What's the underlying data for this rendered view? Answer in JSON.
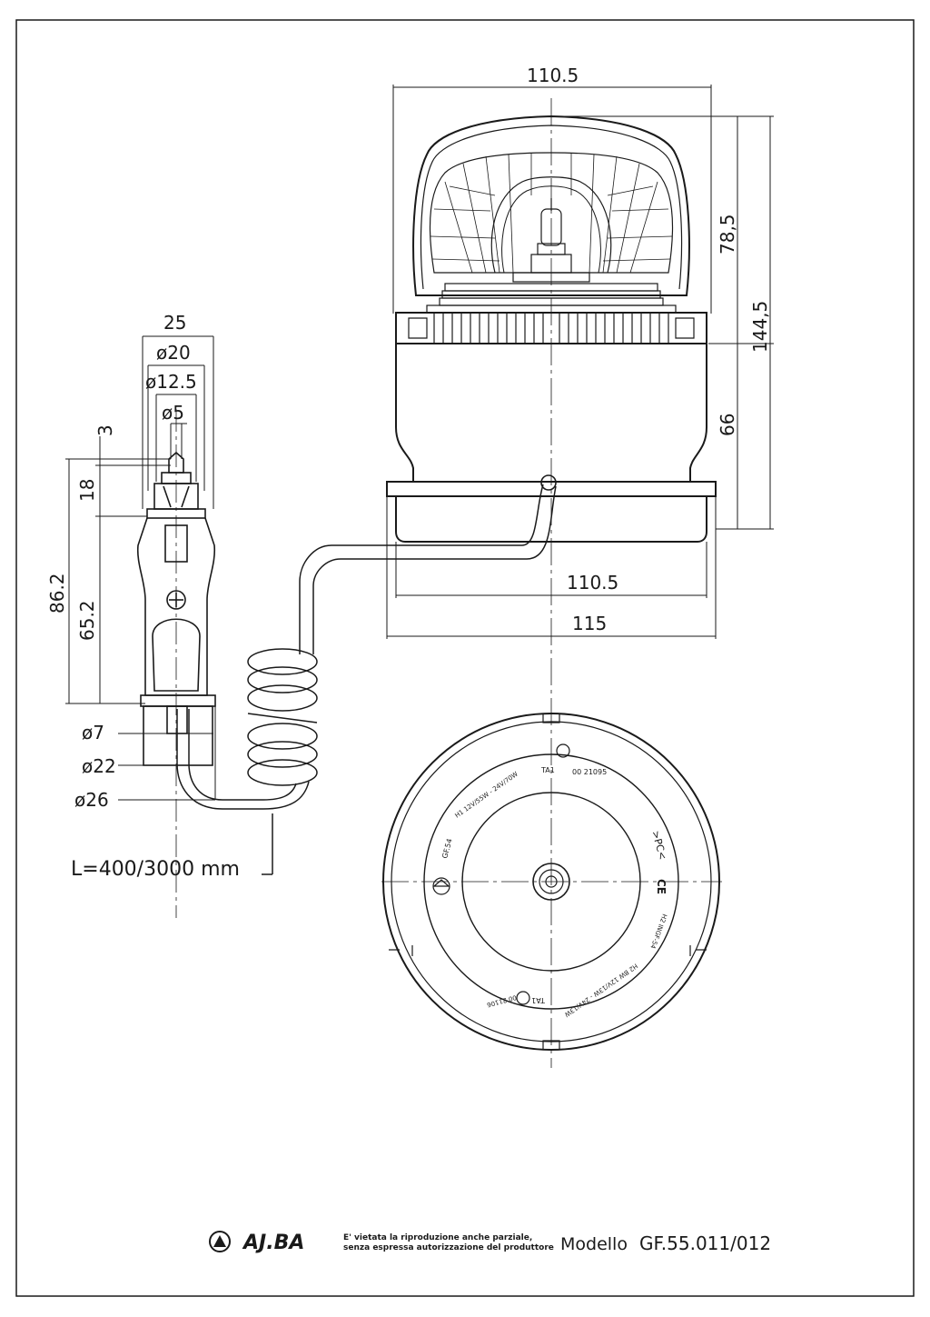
{
  "drawing": {
    "beacon": {
      "top_width": "110.5",
      "dome_height": "78,5",
      "total_height": "144,5",
      "base_height": "66",
      "base_inner_width": "110.5",
      "base_outer_width": "115"
    },
    "plug": {
      "width": "25",
      "dia_20": "ø20",
      "dia_12_5": "ø12.5",
      "dia_5": "ø5",
      "tip": "3",
      "tip_height": "18",
      "total_length": "86.2",
      "body_length": "65.2",
      "dia_7": "ø7",
      "dia_22": "ø22",
      "dia_26": "ø26"
    },
    "cable_length": "L=400/3000  mm",
    "bottom_view": {
      "ring_top": "H1 12V/55W - 24V/70W",
      "code_top": "TA1",
      "num_top": "00 21095",
      "model_mark": "GF.54",
      "pc_mark": ">PC<",
      "ce_mark": "CE",
      "ring_bottom": "H2 INGF-54",
      "ring_bottom2": "H2 BW 12V/13W - 24V/13W",
      "code_bottom": "TA1",
      "num_bottom": "00 21106"
    }
  },
  "footer": {
    "brand": "AJ.BA",
    "notice_line1": "E' vietata la riproduzione anche parziale,",
    "notice_line2": "senza espressa autorizzazione del produttore",
    "model_label": "Modello",
    "model_code": "GF.55.011/012"
  }
}
